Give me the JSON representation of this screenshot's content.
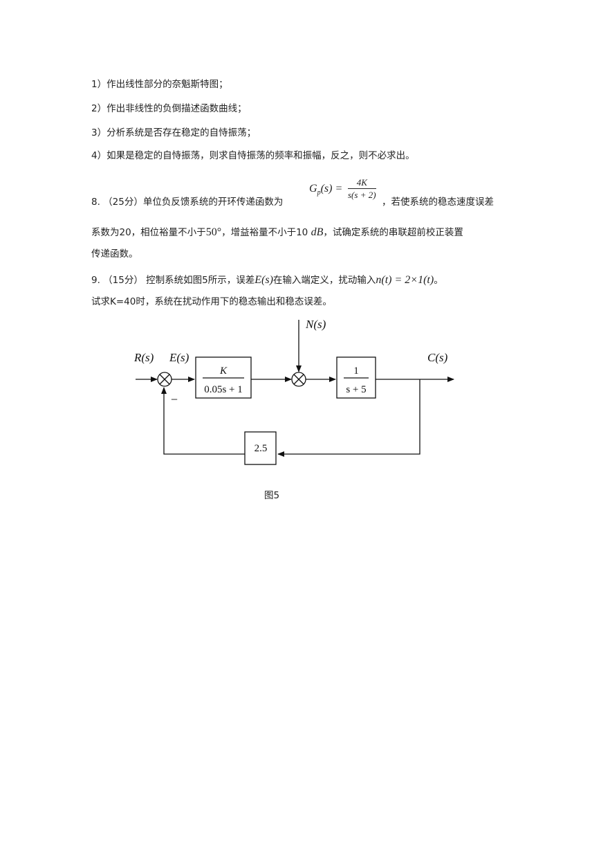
{
  "q7_items": [
    "1）作出线性部分的奈魁斯特图；",
    "2）作出非线性的负倒描述函数曲线；",
    "3）分析系统是否存在稳定的自恃振荡；",
    "4）如果是稳定的自恃振荡，则求自恃振荡的频率和振幅，反之，则不必求出。"
  ],
  "q8": {
    "prefix": "8.  （25分）单位负反馈系统的开环传递函数为",
    "g_lhs": "G",
    "g_sub": "p",
    "g_arg": "(s) =",
    "frac_num": "4K",
    "frac_den": "s(s + 2)",
    "suffix": "，若使系统的稳态速度误差",
    "line2_a": "系数为20，相位裕量不小于",
    "angle": "50°",
    "line2_b": "，增益裕量不小于10",
    "unit": "dB",
    "line2_c": "，试确定系统的串联超前校正装置",
    "line3": "传递函数。"
  },
  "q9": {
    "prefix": "9.  （15分） 控制系统如图5所示，误差",
    "err": "E(s)",
    "mid": "在输入端定义，扰动输入",
    "dist": "n(t) = 2×1(t)",
    "end": "。",
    "line2": "试求K=40时，系统在扰动作用下的稳态输出和稳态误差。"
  },
  "diagram": {
    "R": "R(s)",
    "E": "E(s)",
    "N": "N(s)",
    "C": "C(s)",
    "block1_num": "K",
    "block1_den": "0.05s + 1",
    "block2_num": "1",
    "block2_den": "s + 5",
    "feedback_gain": "2.5",
    "minus_sign": "−",
    "caption": "图5"
  }
}
